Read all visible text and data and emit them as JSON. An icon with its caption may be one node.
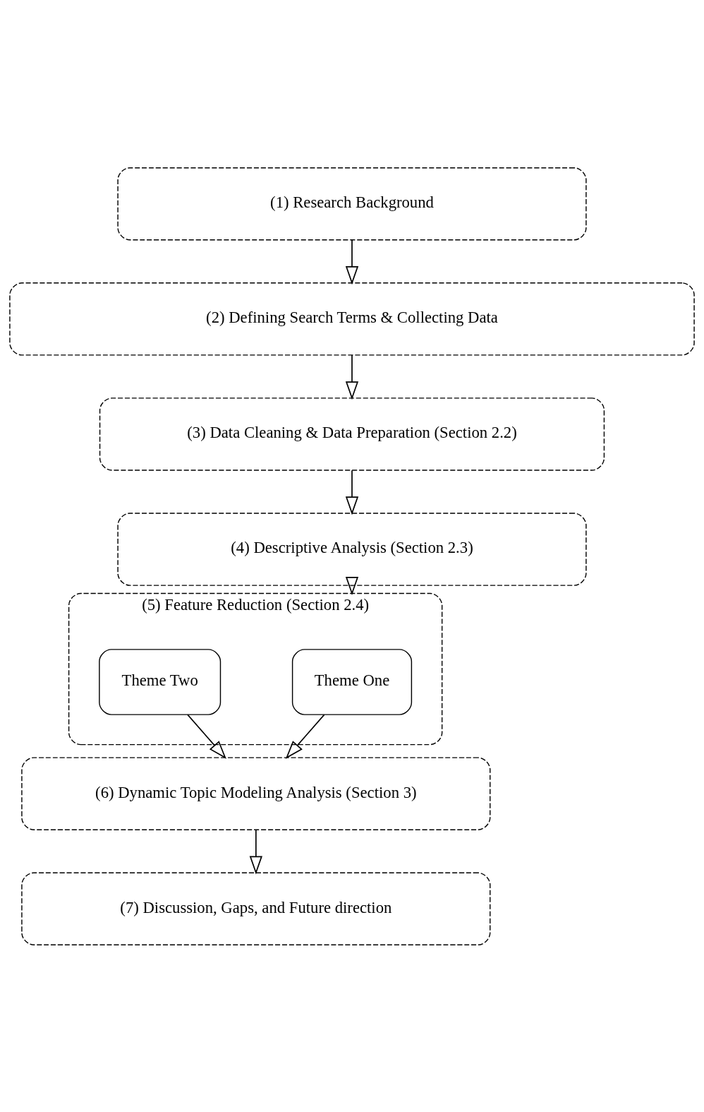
{
  "diagram": {
    "nodes": [
      {
        "text": [
          "(1) Research Background"
        ]
      },
      {
        "text": [
          "(2) Defining Search Terms & Collecting Data"
        ]
      },
      {
        "text": [
          "(3) Data Cleaning & Data Preparation (Section 2.2)"
        ]
      },
      {
        "text": [
          "(4) Descriptive Analysis (Section 2.3)"
        ]
      },
      {
        "text": [
          "(5) Feature Reduction (Section 2.4)"
        ]
      },
      {
        "text": [
          "Theme One"
        ],
        "in": 4
      },
      {
        "text": [
          "Theme Two"
        ],
        "in": 4
      },
      {
        "text": [
          "(6) Dynamic Topic Modeling Analysis (Section 3)"
        ]
      },
      {
        "text": [
          "(7) Discussion, Gaps, and Future direction"
        ]
      }
    ],
    "edges": [
      {
        "from": 0,
        "to": 1,
        "arrow": "to"
      },
      {
        "from": 1,
        "to": 2,
        "arrow": "to"
      },
      {
        "from": 2,
        "to": 3,
        "arrow": "to"
      },
      {
        "from": 3,
        "to": 4,
        "arrow": "to"
      },
      {
        "from": 5,
        "to": 7,
        "arrow": "to"
      },
      {
        "from": 6,
        "to": 7,
        "arrow": "to"
      },
      {
        "from": 7,
        "to": 8,
        "arrow": "to"
      }
    ]
  }
}
